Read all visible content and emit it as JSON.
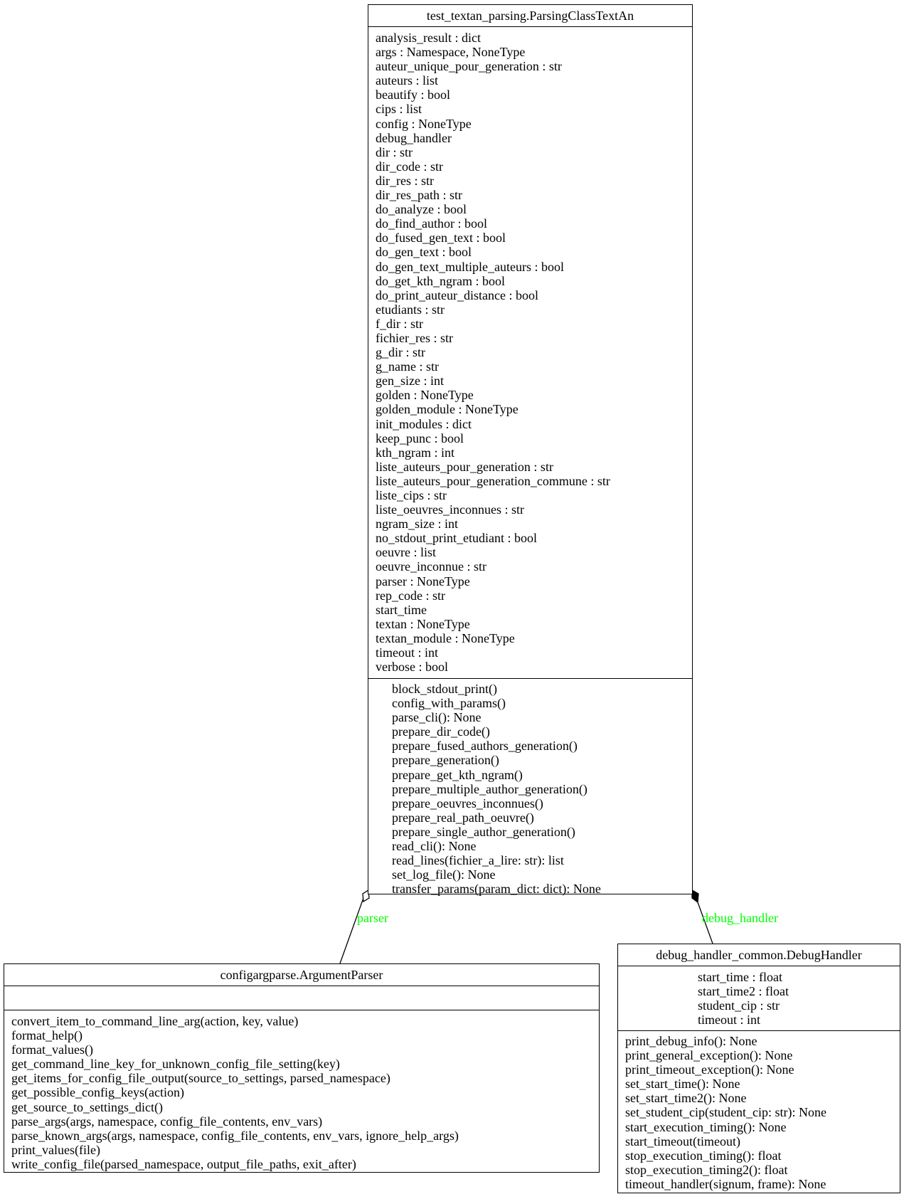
{
  "classes": {
    "parsing": {
      "name": "test_textan_parsing.ParsingClassTextAn",
      "attributes": [
        "analysis_result : dict",
        "args : Namespace, NoneType",
        "auteur_unique_pour_generation : str",
        "auteurs : list",
        "beautify : bool",
        "cips : list",
        "config : NoneType",
        "debug_handler",
        "dir : str",
        "dir_code : str",
        "dir_res : str",
        "dir_res_path : str",
        "do_analyze : bool",
        "do_find_author : bool",
        "do_fused_gen_text : bool",
        "do_gen_text : bool",
        "do_gen_text_multiple_auteurs : bool",
        "do_get_kth_ngram : bool",
        "do_print_auteur_distance : bool",
        "etudiants : str",
        "f_dir : str",
        "fichier_res : str",
        "g_dir : str",
        "g_name : str",
        "gen_size : int",
        "golden : NoneType",
        "golden_module : NoneType",
        "init_modules : dict",
        "keep_punc : bool",
        "kth_ngram : int",
        "liste_auteurs_pour_generation : str",
        "liste_auteurs_pour_generation_commune : str",
        "liste_cips : str",
        "liste_oeuvres_inconnues : str",
        "ngram_size : int",
        "no_stdout_print_etudiant : bool",
        "oeuvre : list",
        "oeuvre_inconnue : str",
        "parser : NoneType",
        "rep_code : str",
        "start_time",
        "textan : NoneType",
        "textan_module : NoneType",
        "timeout : int",
        "verbose : bool"
      ],
      "methods": [
        "block_stdout_print()",
        "config_with_params()",
        "parse_cli(): None",
        "prepare_dir_code()",
        "prepare_fused_authors_generation()",
        "prepare_generation()",
        "prepare_get_kth_ngram()",
        "prepare_multiple_author_generation()",
        "prepare_oeuvres_inconnues()",
        "prepare_real_path_oeuvre()",
        "prepare_single_author_generation()",
        "read_cli(): None",
        "read_lines(fichier_a_lire: str): list",
        "set_log_file(): None",
        "transfer_params(param_dict: dict): None"
      ]
    },
    "argparser": {
      "name": "configargparse.ArgumentParser",
      "attributes": [],
      "methods": [
        "convert_item_to_command_line_arg(action, key, value)",
        "format_help()",
        "format_values()",
        "get_command_line_key_for_unknown_config_file_setting(key)",
        "get_items_for_config_file_output(source_to_settings, parsed_namespace)",
        "get_possible_config_keys(action)",
        "get_source_to_settings_dict()",
        "parse_args(args, namespace, config_file_contents, env_vars)",
        "parse_known_args(args, namespace, config_file_contents, env_vars, ignore_help_args)",
        "print_values(file)",
        "write_config_file(parsed_namespace, output_file_paths, exit_after)"
      ]
    },
    "debug": {
      "name": "debug_handler_common.DebugHandler",
      "attributes": [
        "start_time : float",
        "start_time2 : float",
        "student_cip : str",
        "timeout : int"
      ],
      "methods": [
        "print_debug_info(): None",
        "print_general_exception(): None",
        "print_timeout_exception(): None",
        "set_start_time(): None",
        "set_start_time2(): None",
        "set_student_cip(student_cip: str): None",
        "start_execution_timing(): None",
        "start_timeout(timeout)",
        "stop_execution_timing(): float",
        "stop_execution_timing2(): float",
        "timeout_handler(signum, frame): None"
      ]
    }
  },
  "relations": [
    {
      "label": "parser",
      "kind": "aggregation",
      "color": "#00ff00"
    },
    {
      "label": "debug_handler",
      "kind": "composition",
      "color": "#00ff00"
    }
  ]
}
